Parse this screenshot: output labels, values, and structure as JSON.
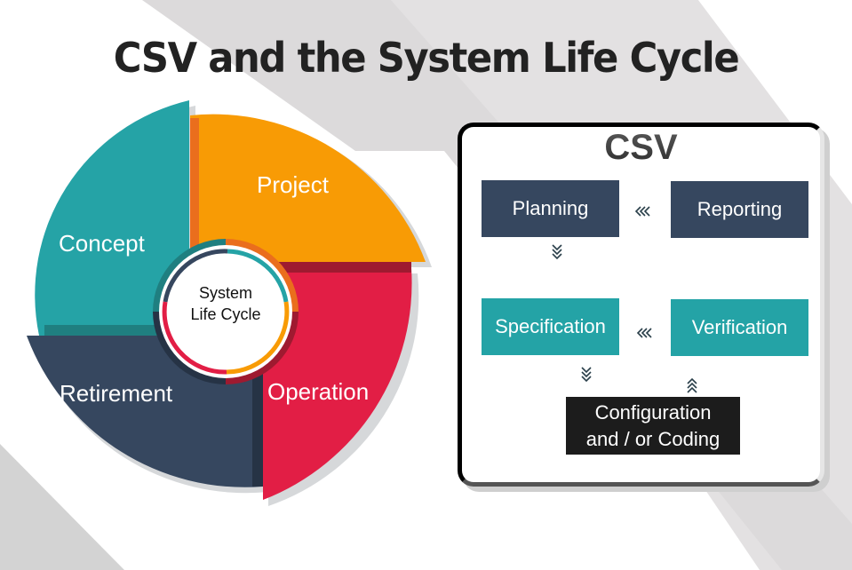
{
  "title": "CSV and the System Life Cycle",
  "wheel": {
    "center_line1": "System",
    "center_line2": "Life Cycle",
    "segments": [
      {
        "label": "Concept",
        "color": "#25a3a6",
        "shade": "#1f7f80"
      },
      {
        "label": "Project",
        "color": "#f89b05",
        "shade": "#ea6e1d"
      },
      {
        "label": "Operation",
        "color": "#e21e45",
        "shade": "#9e1a30"
      },
      {
        "label": "Retirement",
        "color": "#36475f",
        "shade": "#263345"
      }
    ]
  },
  "csv_panel": {
    "heading": "CSV",
    "boxes": {
      "planning": "Planning",
      "reporting": "Reporting",
      "specification": "Specification",
      "verification": "Verification",
      "config_line1": "Configuration",
      "config_line2": "and / or Coding"
    },
    "arrows": {
      "left": "«",
      "down": "︾",
      "up": "︽"
    }
  },
  "colors": {
    "navy": "#36475f",
    "teal": "#24a3a6",
    "black": "#1c1c1c",
    "background_stripe": "#dcdcdc"
  }
}
